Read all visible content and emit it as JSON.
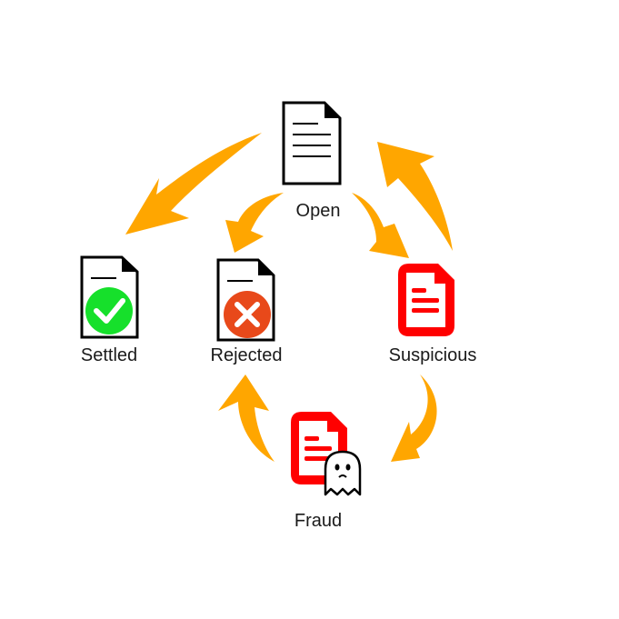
{
  "colors": {
    "arrow": "#ffa600",
    "suspicious": "#ff0000",
    "settled_check": "#16e02b",
    "rejected_x": "#e8491a",
    "outline": "#000000"
  },
  "nodes": {
    "open": {
      "label": "Open",
      "icon": "document-icon"
    },
    "settled": {
      "label": "Settled",
      "icon": "document-check-icon"
    },
    "rejected": {
      "label": "Rejected",
      "icon": "document-x-icon"
    },
    "suspicious": {
      "label": "Suspicious",
      "icon": "red-document-icon"
    },
    "fraud": {
      "label": "Fraud",
      "icon": "red-document-ghost-icon"
    }
  },
  "transitions": [
    {
      "from": "open",
      "to": "settled"
    },
    {
      "from": "open",
      "to": "rejected"
    },
    {
      "from": "open",
      "to": "suspicious"
    },
    {
      "from": "suspicious",
      "to": "open"
    },
    {
      "from": "suspicious",
      "to": "fraud"
    },
    {
      "from": "fraud",
      "to": "rejected"
    }
  ]
}
